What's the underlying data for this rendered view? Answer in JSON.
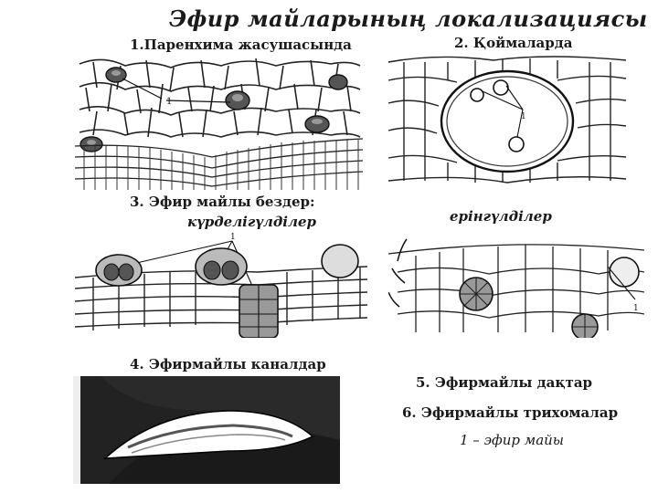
{
  "slide": {
    "title": "Эфир майларының локализациясы",
    "captions": {
      "parenchyma": "1.Паренхима жасушасында",
      "cavities": "2. Қоймаларда",
      "glands": "3. Эфир майлы бездер:",
      "glands_complex": "күрделігүлділер",
      "glands_labiate": "ерінгүлділер",
      "canals": "4. Эфирмайлы каналдар",
      "spots": "5. Эфирмайлы дақтар",
      "trichomes": "6. Эфирмайлы трихомалар",
      "legend": "1 – эфир   майы"
    },
    "figure_marks": {
      "label_one": "1"
    }
  }
}
